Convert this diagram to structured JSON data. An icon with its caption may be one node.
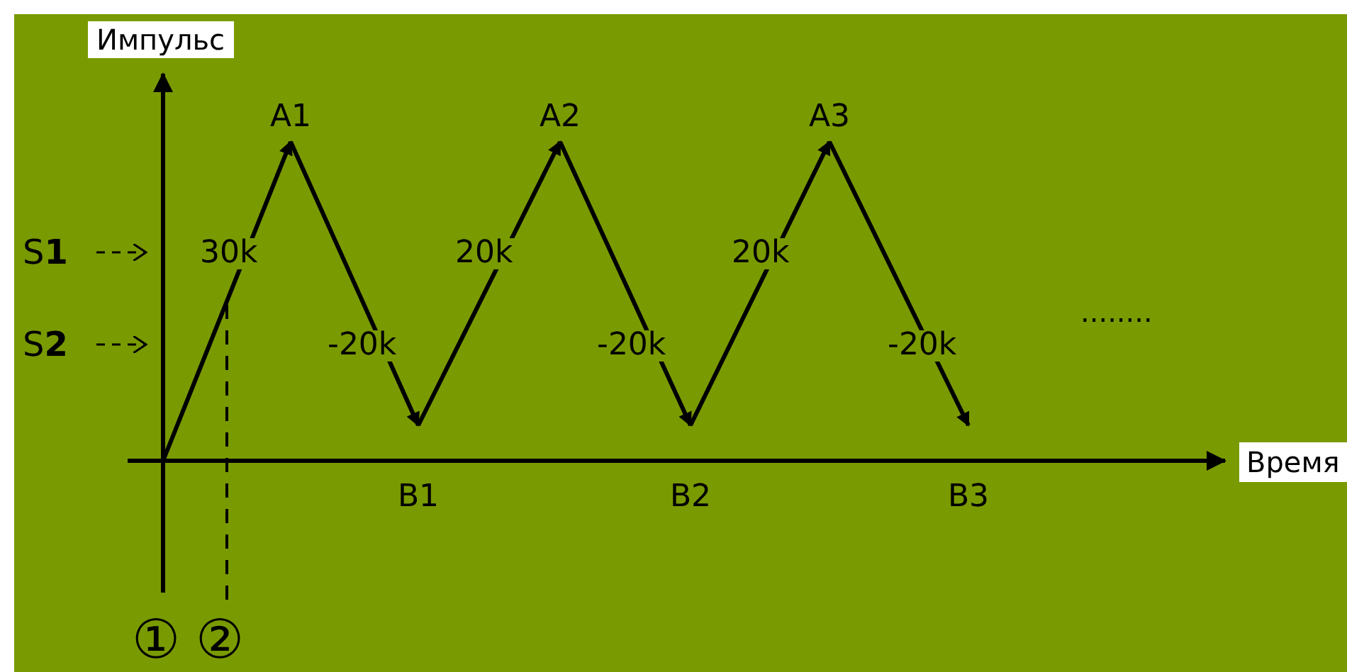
{
  "diagram": {
    "nodes": [
      {
        "text": [
          "A1"
        ]
      },
      {
        "text": [
          "B1"
        ]
      },
      {
        "text": [
          "A2"
        ]
      },
      {
        "text": [
          "B2"
        ]
      },
      {
        "text": [
          "A3"
        ]
      },
      {
        "text": [
          "B3"
        ]
      }
    ],
    "edges": [
      {
        "from": null,
        "to": 0,
        "arrow": "to",
        "label": "30k"
      },
      {
        "from": 0,
        "to": 1,
        "arrow": "to",
        "label": "-20k"
      },
      {
        "from": 1,
        "to": 2,
        "arrow": "to",
        "label": "20k"
      },
      {
        "from": 2,
        "to": 3,
        "arrow": "to",
        "label": "-20k"
      },
      {
        "from": 3,
        "to": 4,
        "arrow": "to",
        "label": "20k"
      },
      {
        "from": 4,
        "to": 5,
        "arrow": "to",
        "label": "-20k"
      }
    ],
    "labels": [
      "Импульс",
      "S**1**",
      "S**2**",
      "........",
      "Время",
      "①",
      "②"
    ]
  }
}
